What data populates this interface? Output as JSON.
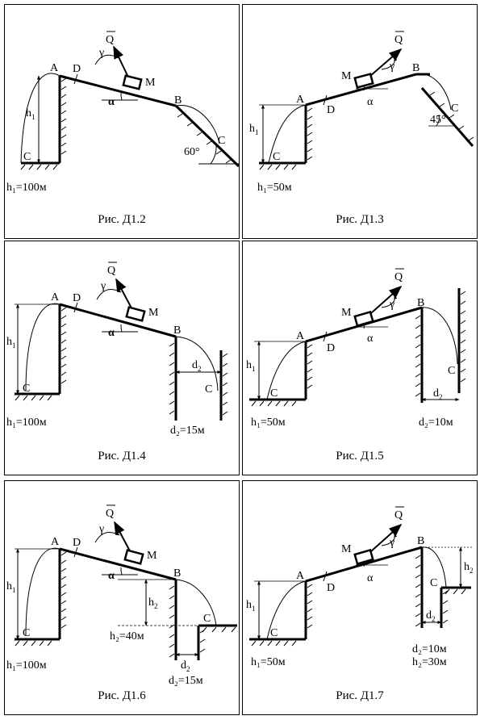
{
  "panels": [
    {
      "caption": "Рис. Д1.2",
      "force": "Q",
      "angle_gamma": "γ",
      "angle_alpha": "α",
      "labels": {
        "A": "A",
        "D": "D",
        "M": "M",
        "B": "B",
        "C": "C",
        "C2": "C"
      },
      "h1": "h",
      "h1_sub": "1",
      "param1": "h₁=100м",
      "slope_angle": "60°"
    },
    {
      "caption": "Рис. Д1.3",
      "force": "Q",
      "angle_gamma": "γ",
      "angle_alpha": "α",
      "labels": {
        "A": "A",
        "D": "D",
        "M": "M",
        "B": "B",
        "C": "C",
        "C2": "C"
      },
      "h1": "h",
      "h1_sub": "1",
      "param1": "h₁=50м",
      "slope_angle": "45°"
    },
    {
      "caption": "Рис. Д1.4",
      "force": "Q",
      "angle_gamma": "γ",
      "angle_alpha": "α",
      "labels": {
        "A": "A",
        "D": "D",
        "M": "M",
        "B": "B",
        "C": "C",
        "C2": "C"
      },
      "h1": "h",
      "h1_sub": "1",
      "param1": "h₁=100м",
      "d2": "d",
      "d2_sub": "2",
      "param2": "d₂=15м"
    },
    {
      "caption": "Рис. Д1.5",
      "force": "Q",
      "angle_gamma": "γ",
      "angle_alpha": "α",
      "labels": {
        "A": "A",
        "D": "D",
        "M": "M",
        "B": "B",
        "C": "C",
        "C2": "C"
      },
      "h1": "h",
      "h1_sub": "1",
      "param1": "h₁=50м",
      "d2": "d",
      "d2_sub": "2",
      "param2": "d₂=10м"
    },
    {
      "caption": "Рис. Д1.6",
      "force": "Q",
      "angle_gamma": "γ",
      "angle_alpha": "α",
      "labels": {
        "A": "A",
        "D": "D",
        "M": "M",
        "B": "B",
        "C": "C",
        "C2": "C"
      },
      "h1": "h",
      "h1_sub": "1",
      "param1": "h₁=100м",
      "h2": "h",
      "h2_sub": "2",
      "param_h2": "h₂=40м",
      "d2": "d",
      "d2_sub": "2",
      "param2": "d₂=15м"
    },
    {
      "caption": "Рис. Д1.7",
      "force": "Q",
      "angle_gamma": "γ",
      "angle_alpha": "α",
      "labels": {
        "A": "A",
        "D": "D",
        "M": "M",
        "B": "B",
        "C": "C",
        "C2": "C"
      },
      "h1": "h",
      "h1_sub": "1",
      "param1": "h₁=50м",
      "h2": "h",
      "h2_sub": "2",
      "d2": "d",
      "d2_sub": "2",
      "param2": "d₂=10м",
      "param3": "h₂=30м"
    }
  ]
}
